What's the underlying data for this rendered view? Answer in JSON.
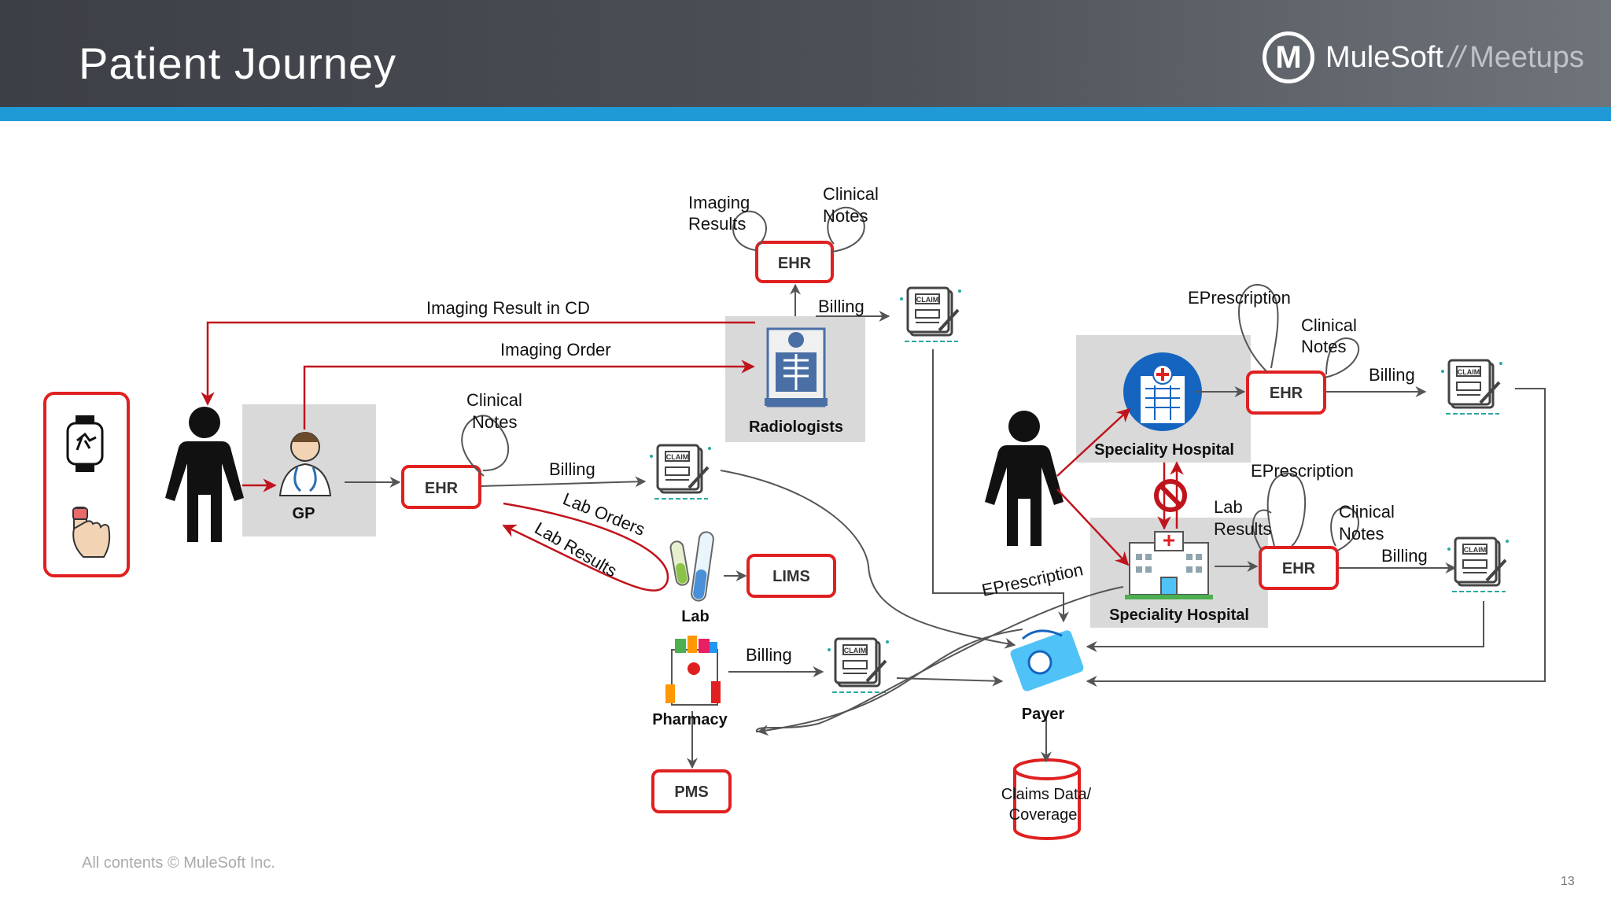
{
  "slide": {
    "title": "Patient Journey",
    "footer": "All contents © MuleSoft Inc.",
    "page_number": "13"
  },
  "logo": {
    "brand": "MuleSoft",
    "separator": "//",
    "suffix": "Meetups",
    "icon": "mulesoft-logo-icon"
  },
  "colors": {
    "header": "#45484e",
    "accent_stripe": "#1f9ad6",
    "system_box": "#e02020",
    "arrow_red": "#c0141c",
    "arrow_gray": "#555555",
    "node_bg": "#d9d9d9"
  },
  "nodes": {
    "gp": "GP",
    "radiologists": "Radiologists",
    "lab": "Lab",
    "pharmacy": "Pharmacy",
    "payer": "Payer",
    "speciality_hospital_top": "Speciality Hospital",
    "speciality_hospital_bottom": "Speciality Hospital",
    "claims_db": [
      "Claims Data/",
      "Coverage"
    ]
  },
  "systems": {
    "ehr_gp": "EHR",
    "ehr_radiology": "EHR",
    "ehr_hospital_top": "EHR",
    "ehr_hospital_bottom": "EHR",
    "lims": "LIMS",
    "pms": "PMS"
  },
  "edge_labels": {
    "imaging_result_cd": "Imaging Result in CD",
    "imaging_order": "Imaging Order",
    "clinical_notes_gp": [
      "Clinical",
      "Notes"
    ],
    "billing_gp": "Billing",
    "lab_orders": "Lab Orders",
    "lab_results": "Lab Results",
    "imaging_results": [
      "Imaging",
      "Results"
    ],
    "clinical_notes_rad": [
      "Clinical",
      "Notes"
    ],
    "billing_rad": "Billing",
    "billing_pharmacy": "Billing",
    "eprescription_payer": "EPrescription",
    "eprescription_top": "EPrescription",
    "clinical_notes_top": [
      "Clinical",
      "Notes"
    ],
    "billing_top": "Billing",
    "eprescription_mid": "EPrescription",
    "lab_results_mid": [
      "Lab",
      "Results"
    ],
    "clinical_notes_mid": [
      "Clinical",
      "Notes"
    ],
    "billing_mid": "Billing"
  },
  "claim_icon_text": "CLAIM",
  "wearables": {
    "icons": [
      "smartwatch-icon",
      "finger-pulse-oximeter-icon"
    ]
  }
}
